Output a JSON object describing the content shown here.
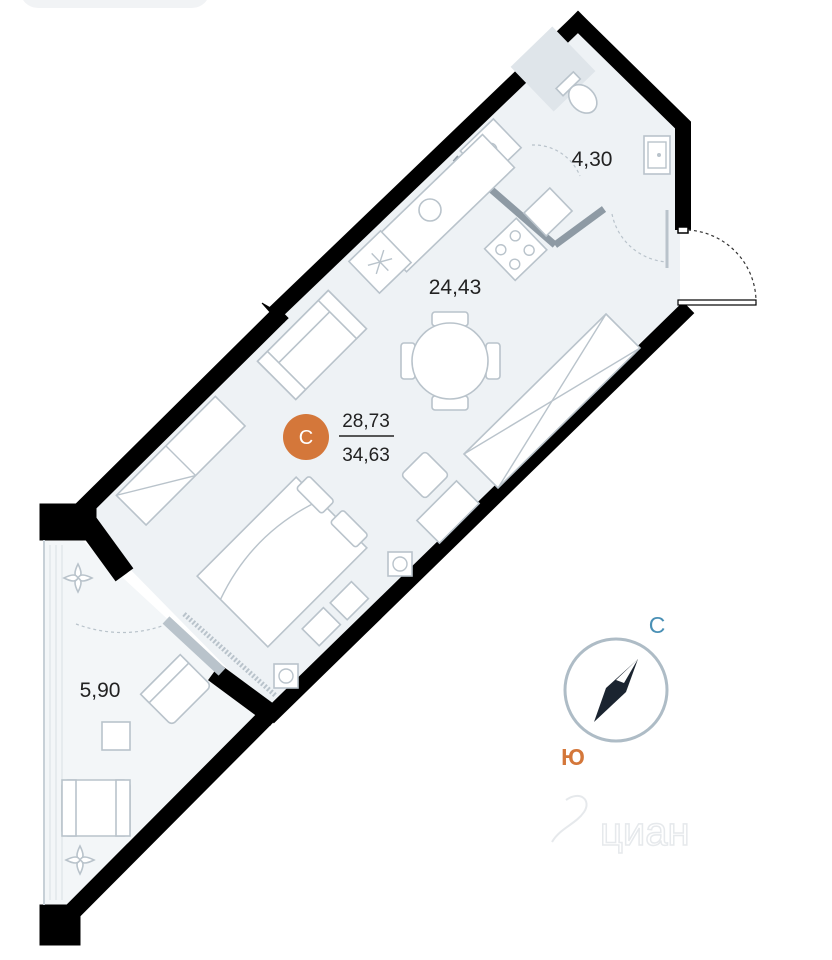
{
  "apartment": {
    "type_badge": "С",
    "living_area": "28,73",
    "total_area": "34,63"
  },
  "rooms": [
    {
      "id": "bathroom",
      "area": "4,30"
    },
    {
      "id": "studio",
      "area": "24,43"
    },
    {
      "id": "balcony",
      "area": "5,90"
    }
  ],
  "compass": {
    "north_label": "С",
    "south_label": "Ю"
  },
  "colors": {
    "wall": "#000000",
    "floor": "#eef2f5",
    "furniture_stroke": "#b9c3cb",
    "badge": "#d4773a",
    "north": "#4a90b5",
    "south": "#d4773a",
    "needle": "#1b2430"
  },
  "watermark": "циан"
}
